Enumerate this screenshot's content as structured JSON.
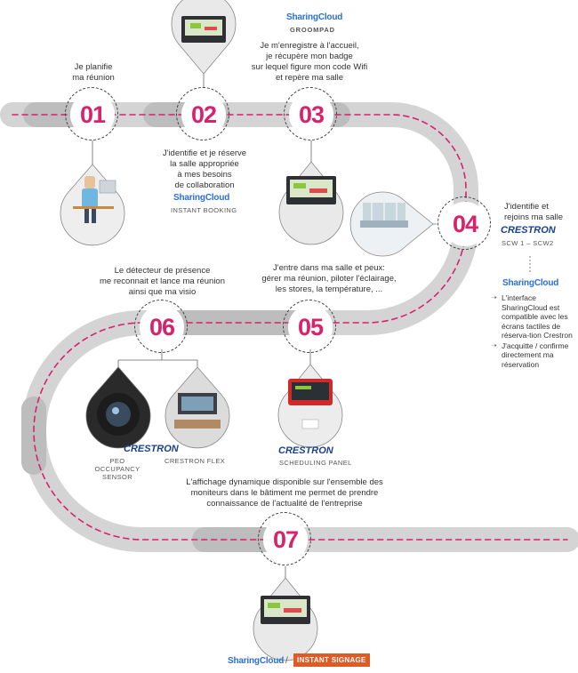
{
  "colors": {
    "road": "#cfcfcf",
    "road_dark": "#b7b7b7",
    "dash": "#d8226c",
    "accent": "#d8226c",
    "sharingcloud": "#2a6fd6",
    "crestron": "#1b3f8f",
    "signage": "#e05a25"
  },
  "steps": [
    {
      "num": "01",
      "text": "Je planifie\nma réunion"
    },
    {
      "num": "02",
      "text": "J'identifie et je réserve\nla salle appropriée\nà mes besoins\nde collaboration",
      "brand": "SharingCloud",
      "product": "INSTANT BOOKING"
    },
    {
      "num": "03",
      "text": "Je m'enregistre à l'accueil,\nje récupère mon badge\nsur lequel figure mon code Wifi\net repère ma salle",
      "brand": "SharingCloud",
      "product": "GROOMPAD"
    },
    {
      "num": "04",
      "text": "J'identifie et\nrejoins ma salle",
      "brand": "CRESTRON",
      "product": "SCW 1 – SCW2",
      "brand2": "SharingCloud",
      "bullets": [
        "L'interface SharingCloud est compatible avec les écrans tactiles de réserva-tion Crestron",
        "J'acquitte / confirme directement ma réservation"
      ]
    },
    {
      "num": "05",
      "text": "J'entre dans ma salle et peux:\ngérer ma réunion, piloter l'éclairage,\nles stores, la température, ...",
      "brand": "CRESTRON",
      "product": "SCHEDULING PANEL"
    },
    {
      "num": "06",
      "text": "Le détecteur de présence\nme reconnait et lance ma réunion\nainsi que ma visio",
      "brand": "CRESTRON",
      "product1": "PEO OCCUPANCY\nSENSOR",
      "product2": "CRESTRON FLEX"
    },
    {
      "num": "07",
      "text": "L'affichage dynamique disponible sur l'ensemble des\nmoniteurs dans le bâtiment me permet de prendre\nconnaissance de l'actualité de l'entreprise",
      "brand": "SharingCloud",
      "sep": "/",
      "brand2": "INSTANT SIGNAGE"
    }
  ]
}
